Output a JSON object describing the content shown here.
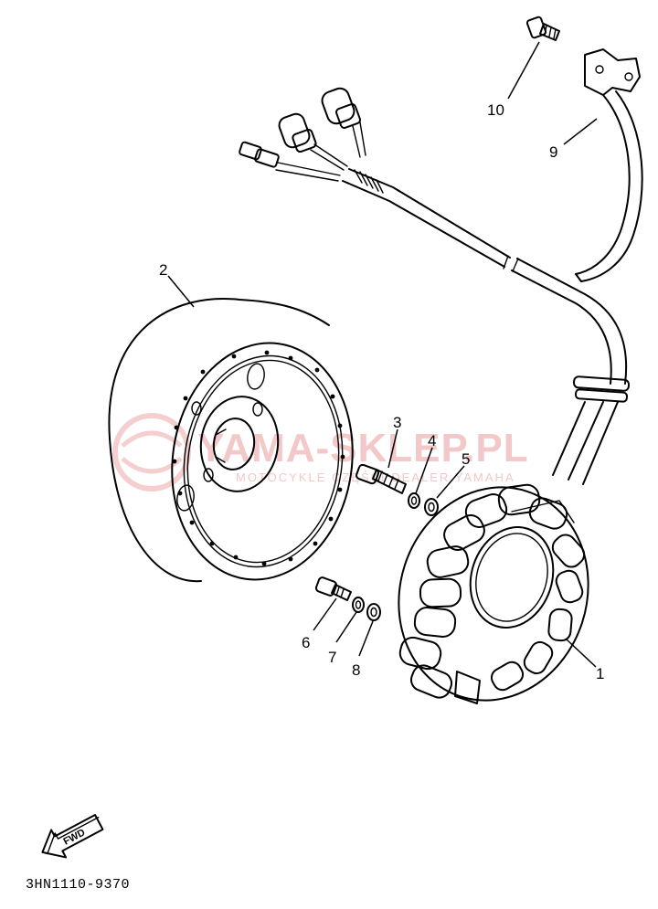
{
  "callouts": {
    "c1": "1",
    "c2": "2",
    "c3": "3",
    "c4": "4",
    "c5": "5",
    "c6": "6",
    "c7": "7",
    "c8": "8",
    "c9": "9",
    "c10": "10"
  },
  "fwd_label": "FWD",
  "diagram_code": "3HN1110-9370",
  "watermark": {
    "main": "YAMA-SKLEP.PL",
    "sub": "MOTOCYKLE CZĘŚCI DEALER YAMAHA"
  }
}
